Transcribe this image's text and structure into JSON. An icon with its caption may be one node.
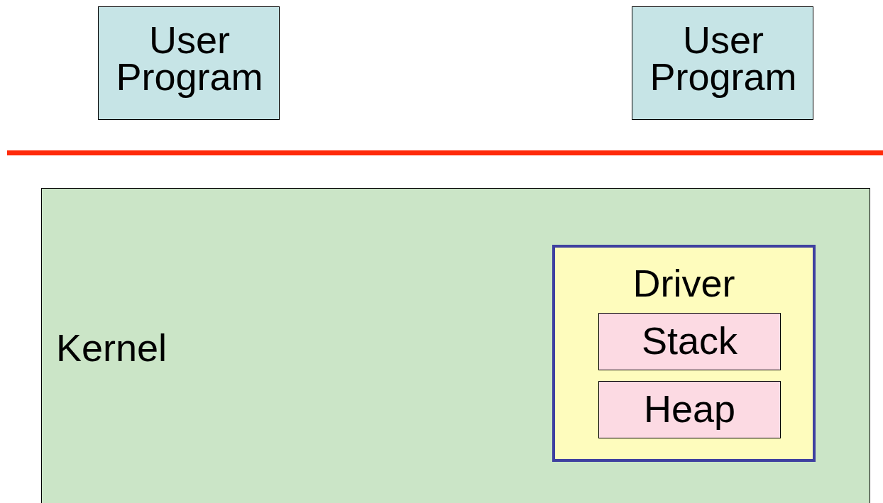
{
  "diagram": {
    "nodes": [
      {
        "text": [
          "User Program"
        ]
      },
      {
        "text": [
          "User Program"
        ]
      },
      {
        "text": [
          "Kernel"
        ]
      },
      {
        "text": [
          "Driver"
        ],
        "in": 2
      },
      {
        "text": [
          "Stack"
        ],
        "in": 3
      },
      {
        "text": [
          "Heap"
        ],
        "in": 3
      }
    ]
  }
}
